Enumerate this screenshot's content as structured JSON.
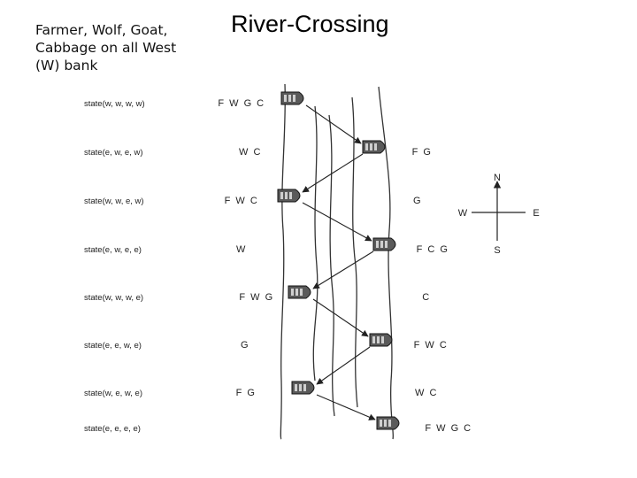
{
  "note": {
    "line1": "Farmer, Wolf, Goat,",
    "line2": "Cabbage on all West",
    "line3": "(W) bank"
  },
  "title": "River-Crossing",
  "states": [
    {
      "label": "state(w, w, w, w)",
      "west": "F W G C",
      "east": ""
    },
    {
      "label": "state(e, w, e, w)",
      "west": "W C",
      "east": "F G"
    },
    {
      "label": "state(w, w, e, w)",
      "west": "F W C",
      "east": "G"
    },
    {
      "label": "state(e, w, e, e)",
      "west": "W",
      "east": "F C G"
    },
    {
      "label": "state(w, w, w, e)",
      "west": "F W G",
      "east": "C"
    },
    {
      "label": "state(e, e, w, e)",
      "west": "G",
      "east": "F W C"
    },
    {
      "label": "state(w, e, w, e)",
      "west": "F G",
      "east": "W C"
    },
    {
      "label": "state(e, e, e, e)",
      "west": "",
      "east": "F W G C"
    }
  ],
  "compass": {
    "n": "N",
    "s": "S",
    "e": "E",
    "w": "W"
  }
}
